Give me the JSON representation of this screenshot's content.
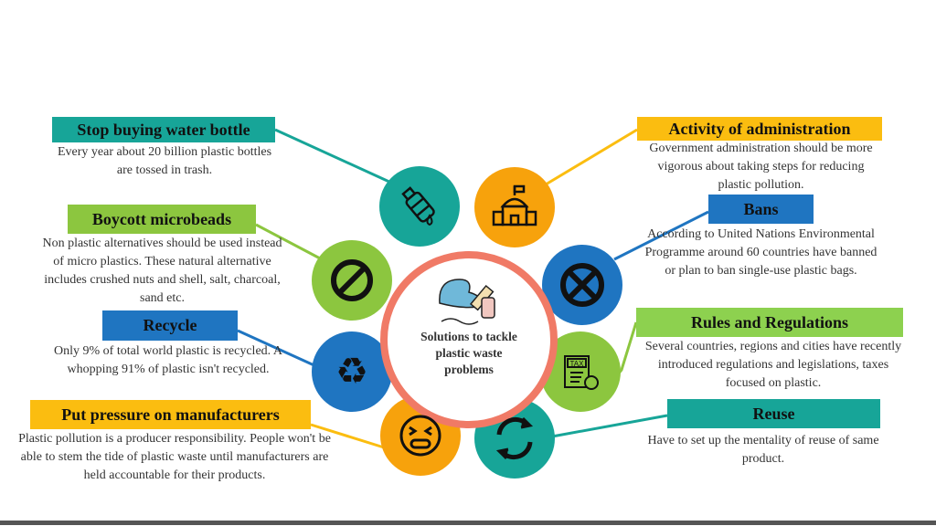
{
  "center": {
    "title": "Solutions to tackle plastic waste problems"
  },
  "colors": {
    "teal": "#17a598",
    "green": "#8cc63f",
    "blue": "#1f75c1",
    "yellow": "#fbbd10",
    "orange": "#f7a20c",
    "ring": "#f07a66"
  },
  "left_items": [
    {
      "title": "Stop buying water bottle",
      "text": "Every year about 20 billion plastic bottles are tossed in trash.",
      "icon": "water-bottle-icon"
    },
    {
      "title": "Boycott microbeads",
      "text": "Non plastic alternatives should be used instead of micro plastics. These natural alternative includes crushed nuts and shell, salt, charcoal, sand etc.",
      "icon": "prohibited-icon"
    },
    {
      "title": "Recycle",
      "text": "Only 9% of total world plastic is recycled. A whopping 91% of plastic isn't recycled.",
      "icon": "recycle-icon"
    },
    {
      "title": "Put pressure on manufacturers",
      "text": "Plastic pollution is a producer responsibility. People won't be able to stem the tide of plastic waste until manufacturers are held accountable for their products.",
      "icon": "angry-face-icon"
    }
  ],
  "right_items": [
    {
      "title": "Activity of administration",
      "text": "Government administration should be more vigorous about taking steps for reducing plastic pollution.",
      "icon": "government-building-icon"
    },
    {
      "title": "Bans",
      "text": "According to United Nations Environmental Programme around 60 countries have banned or plan to ban single-use plastic bags.",
      "icon": "ban-x-icon"
    },
    {
      "title": "Rules and Regulations",
      "text": "Several countries, regions and cities have recently introduced regulations and legislations, taxes focused on plastic.",
      "icon": "tax-document-icon"
    },
    {
      "title": "Reuse",
      "text": "Have to set up the mentality of reuse of same product.",
      "icon": "reuse-arrows-icon"
    }
  ],
  "icon_text": {
    "tax": "TAX"
  }
}
